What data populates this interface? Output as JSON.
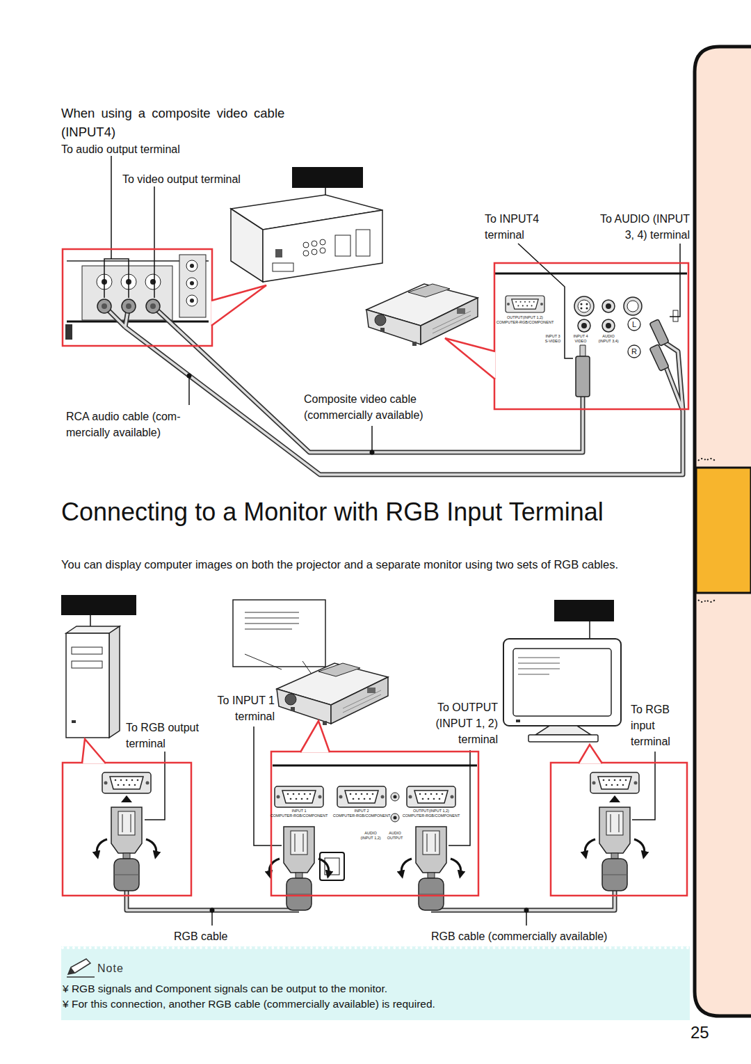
{
  "diagram": {
    "title": "Connecting to a Monitor with RGB Input Terminal",
    "nodes": [
      {
        "text": [
          "Note",
          "¥ RGB signals and Component signals can be output to the monitor.",
          "¥ For this connection, another RGB cable (commercially available) is required."
        ]
      }
    ],
    "labels": [
      "When using a composite video cable (INPUT4)",
      "To audio output terminal",
      "To video output terminal",
      "To INPUT4 terminal",
      "To AUDIO (INPUT 3, 4) terminal",
      "L",
      "R",
      "OUTPUT(INPUT 1,2)",
      "COMPUTER-RGB/COMPONENT",
      "INPUT 3",
      "S-VIDEO",
      "INPUT 4",
      "VIDEO",
      "AUDIO",
      "(INPUT 3,4)",
      "RCA audio cable (com- mercially available)",
      "Composite video cable (commercially available)",
      "You can display computer images on both the projector and a separate monitor using two sets of RGB cables.",
      "To INPUT 1 terminal",
      "To RGB output terminal",
      "To OUTPUT (INPUT 1, 2) terminal",
      "To RGB input terminal",
      "INPUT 1",
      "COMPUTER-RGB/COMPONENT",
      "INPUT 2",
      "COMPUTER-RGB/COMPONENT",
      "OUTPUT(INPUT 1,2)",
      "COMPUTER-RGB/COMPONENT",
      "AUDIO",
      "(INPUT 1,2)",
      "AUDIO",
      "OUTPUT",
      "RGB cable",
      "RGB cable (commercially available)",
      "25"
    ]
  }
}
